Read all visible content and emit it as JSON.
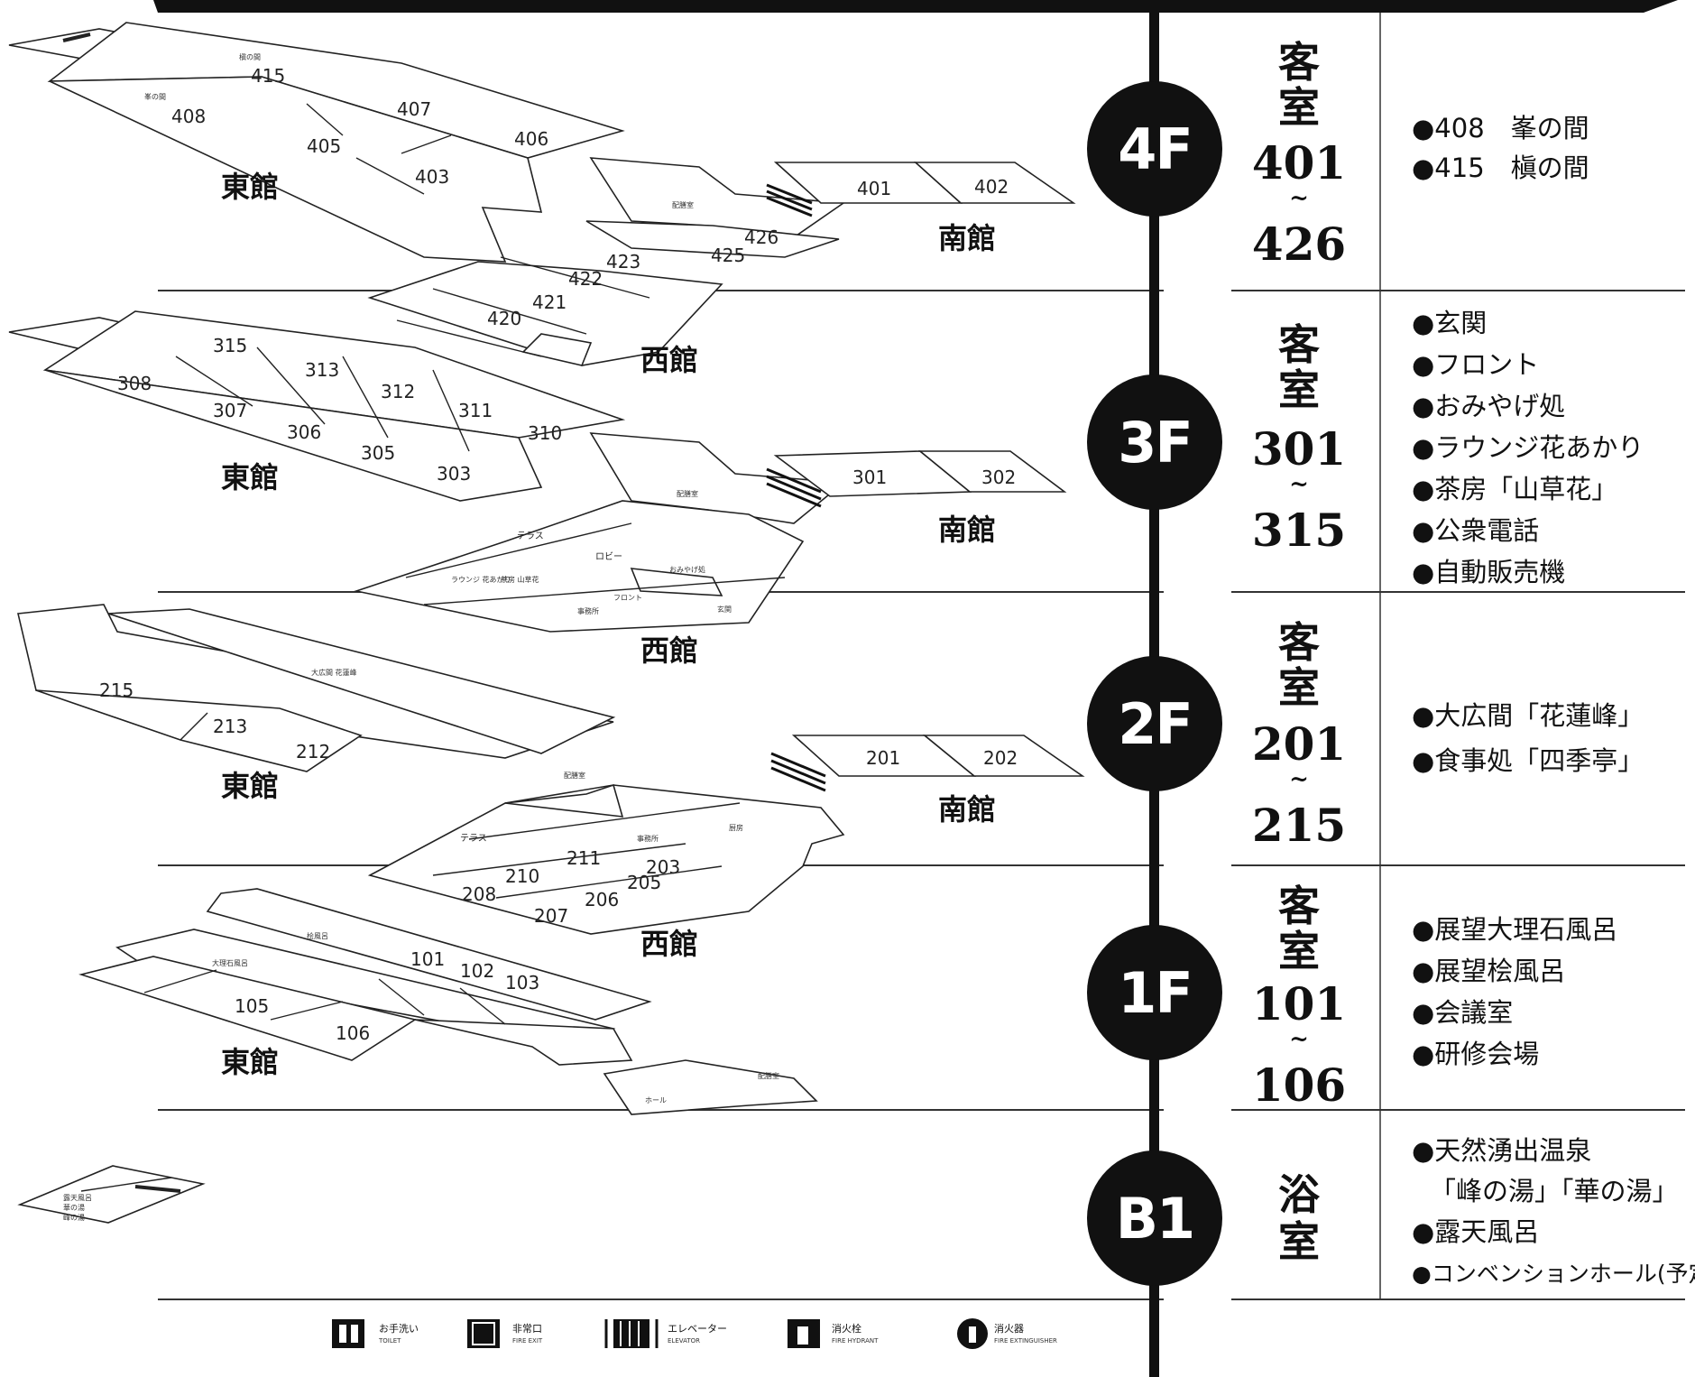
{
  "floors": [
    {
      "badge": "4F",
      "type_char1": "客",
      "type_char2": "室",
      "range_from": "401",
      "range_tilde": "~",
      "range_to": "426",
      "facilities": [
        "●408　峯の間",
        "●415　槇の間"
      ],
      "buildings": [
        "東館",
        "南館",
        "西館"
      ],
      "rooms": [
        "415",
        "407",
        "408",
        "405",
        "406",
        "403",
        "401",
        "402",
        "426",
        "425",
        "423",
        "422",
        "421",
        "420"
      ],
      "labels": [
        "槇の間",
        "峯の間",
        "配膳室"
      ]
    },
    {
      "badge": "3F",
      "type_char1": "客",
      "type_char2": "室",
      "range_from": "301",
      "range_tilde": "~",
      "range_to": "315",
      "facilities": [
        "●玄関",
        "●フロント",
        "●おみやげ処",
        "●ラウンジ花あかり",
        "●茶房「山草花」",
        "●公衆電話",
        "●自動販売機"
      ],
      "buildings": [
        "東館",
        "南館",
        "西館"
      ],
      "rooms": [
        "315",
        "313",
        "308",
        "312",
        "311",
        "307",
        "306",
        "310",
        "305",
        "303",
        "301",
        "302"
      ],
      "labels": [
        "テラス",
        "ロビー",
        "ラウンジ 花あかり",
        "茶房 山草花",
        "おみやげ処",
        "フロント",
        "事務所",
        "玄関",
        "配膳室"
      ]
    },
    {
      "badge": "2F",
      "type_char1": "客",
      "type_char2": "室",
      "range_from": "201",
      "range_tilde": "~",
      "range_to": "215",
      "facilities": [
        "●大広間「花蓮峰」",
        "●食事処「四季亭」"
      ],
      "buildings": [
        "東館",
        "南館",
        "西館"
      ],
      "rooms": [
        "215",
        "213",
        "212",
        "201",
        "202",
        "211",
        "210",
        "208",
        "206",
        "205",
        "203",
        "207"
      ],
      "labels": [
        "大広間 花蓮峰",
        "テラス",
        "事務所",
        "厨房",
        "配膳室"
      ]
    },
    {
      "badge": "1F",
      "type_char1": "客",
      "type_char2": "室",
      "range_from": "101",
      "range_tilde": "~",
      "range_to": "106",
      "facilities": [
        "●展望大理石風呂",
        "●展望桧風呂",
        "●会議室",
        "●研修会場"
      ],
      "buildings": [
        "東館"
      ],
      "rooms": [
        "101",
        "102",
        "103",
        "105",
        "106"
      ],
      "labels": [
        "桧風呂",
        "大理石風呂",
        "ホール",
        "配膳室"
      ]
    },
    {
      "badge": "B1",
      "type_char1": "浴",
      "type_char2": "室",
      "facilities": [
        "●天然湧出温泉",
        "「峰の湯」「華の湯」",
        "●露天風呂",
        "●コンベンションホール(予定)"
      ],
      "labels": [
        "露天風呂",
        "華の湯",
        "峰の湯"
      ]
    }
  ],
  "legend": [
    {
      "icon": "toilet-icon",
      "label": "お手洗い",
      "sub": "TOILET"
    },
    {
      "icon": "fire-exit-icon",
      "label": "非常口",
      "sub": "FIRE EXIT"
    },
    {
      "icon": "elevator-icon",
      "label": "エレベーター",
      "sub": "ELEVATOR"
    },
    {
      "icon": "fire-hydrant-icon",
      "label": "消火栓",
      "sub": "FIRE HYDRANT"
    },
    {
      "icon": "fire-extinguisher-icon",
      "label": "消火器",
      "sub": "FIRE EXTINGUISHER"
    }
  ],
  "colors": {
    "line": "#111111",
    "badge": "#111111",
    "badge_text": "#ffffff",
    "paper": "#ffffff"
  }
}
